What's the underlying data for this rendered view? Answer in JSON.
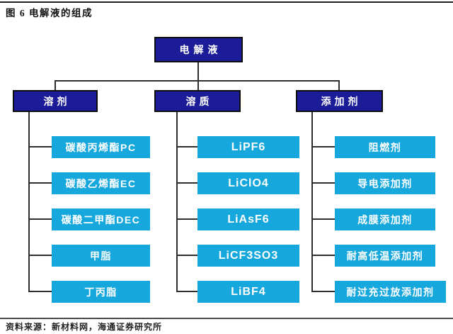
{
  "figure": {
    "title": "图 6  电解液的组成",
    "source": "资料来源：新材料网，海通证券研究所"
  },
  "tree": {
    "root": "电解液",
    "branches": [
      {
        "label": "溶剂",
        "children": [
          "碳酸丙烯酯PC",
          "碳酸乙烯酯EC",
          "碳酸二甲酯DEC",
          "甲脂",
          "丁丙脂"
        ]
      },
      {
        "label": "溶质",
        "children": [
          "LiPF6",
          "LiClO4",
          "LiAsF6",
          "LiCF3SO3",
          "LiBF4"
        ]
      },
      {
        "label": "添加剂",
        "children": [
          "阻燃剂",
          "导电添加剂",
          "成膜添加剂",
          "耐高低温添加剂",
          "耐过充过放添加剂"
        ]
      }
    ]
  },
  "colors": {
    "node_dark_blue": "#1c1c99",
    "node_cyan": "#16a7dd",
    "node_text": "#ffffff",
    "connector": "#2e2e2e"
  }
}
